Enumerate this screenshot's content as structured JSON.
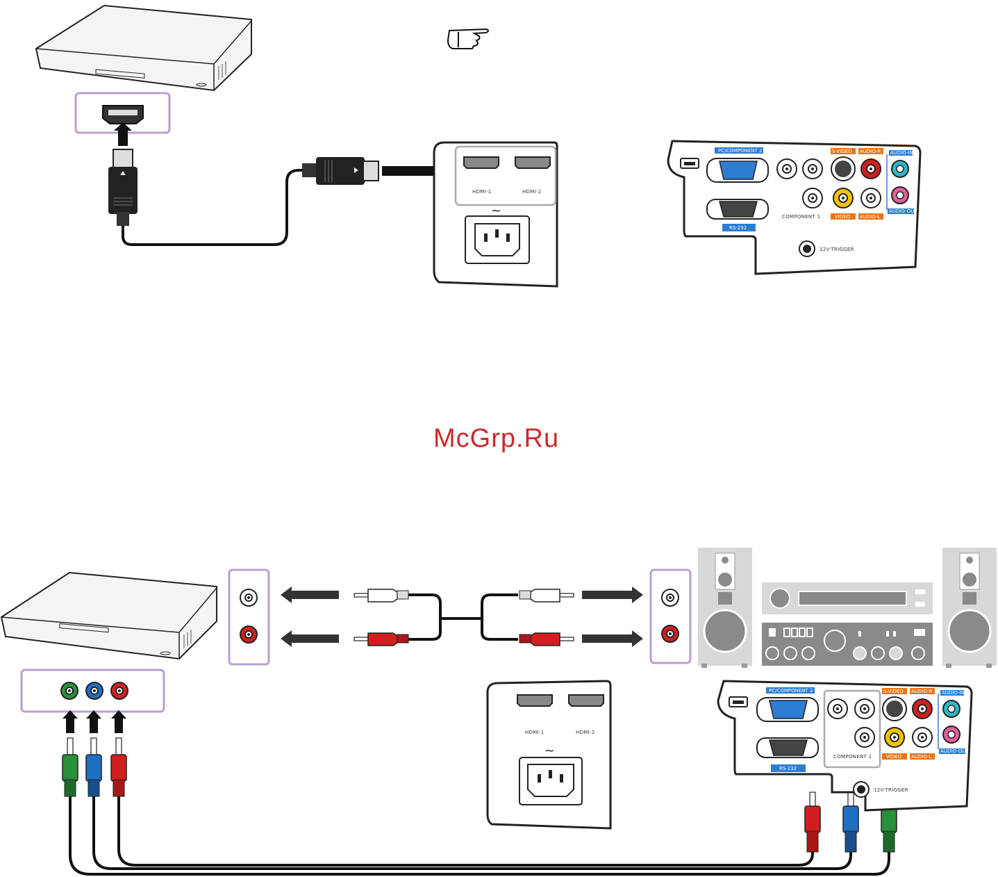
{
  "watermark": "McGrp.Ru",
  "colors": {
    "outline": "#222222",
    "panel_stroke": "#b89fd0",
    "blue_tag": "#2d7dd2",
    "orange_tag": "#e8751a",
    "rca_red": "#d11f1f",
    "rca_green": "#2a8f3a",
    "rca_blue": "#1f6fc2",
    "rca_yellow": "#f2c200",
    "rca_cyan": "#2bb8c8",
    "rca_pink": "#e0609a"
  },
  "top_section": {
    "power_panel": {
      "hdmi1_label": "HDMI-1",
      "hdmi2_label": "HDMI-2",
      "ac_symbol": "~"
    },
    "io_panel": {
      "pc_component2_label": "PC/COMPONENT 2",
      "svideo_label": "S-VIDEO",
      "audio_r_label": "AUDIO-R",
      "audio_in_label": "AUDIO-IN",
      "audio_out_label": "AUDIO-OUT",
      "component1_label": "COMPONENT 1",
      "video_label": "VIDEO",
      "audio_l_label": "AUDIO-L",
      "rs232_label": "RS-232",
      "trigger_label": "12V-TRIGGER"
    }
  },
  "bottom_section": {
    "power_panel": {
      "hdmi1_label": "HDMI-1",
      "hdmi2_label": "HDMI-2",
      "ac_symbol": "~"
    },
    "io_panel": {
      "pc_component2_label": "PC/COMPONENT 2",
      "svideo_label": "S-VIDEO",
      "audio_r_label": "AUDIO-R",
      "audio_in_label": "AUDIO-IN",
      "audio_out_label": "AUDIO-OUT",
      "component1_label": "COMPONENT 1",
      "video_label": "VIDEO",
      "audio_l_label": "AUDIO-L",
      "rs232_label": "RS-232",
      "trigger_label": "12V-TRIGGER"
    }
  }
}
